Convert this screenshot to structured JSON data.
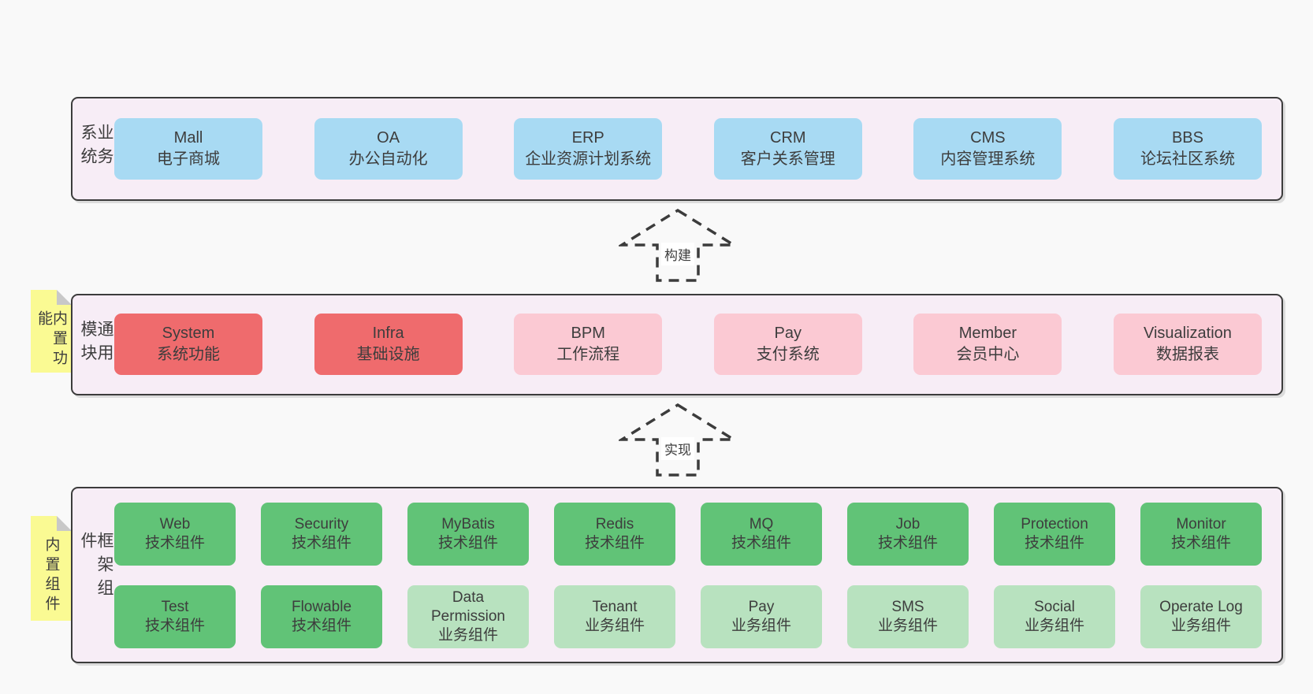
{
  "colors": {
    "page_bg": "#f9f9f9",
    "band_bg": "#f7edf6",
    "band_border": "#3c3c3c",
    "text": "#3d3d3d",
    "blue": "#a8daf3",
    "red": "#ef6b6d",
    "pink": "#fbc9d3",
    "green": "#61c377",
    "lightgreen": "#b8e2bf",
    "yellow": "#fafa93",
    "fold": "#c8c8c8",
    "arrow": "#3c3c3c",
    "arrow_label_bg": "#ffffff"
  },
  "notes": [
    {
      "label": "内置功能"
    },
    {
      "label": "内置组件"
    }
  ],
  "arrows": [
    {
      "label": "构建"
    },
    {
      "label": "实现"
    }
  ],
  "bands": [
    {
      "label": "业务系统",
      "rows": [
        [
          {
            "name": "Mall",
            "desc": "电子商城",
            "variant": "blue"
          },
          {
            "name": "OA",
            "desc": "办公自动化",
            "variant": "blue"
          },
          {
            "name": "ERP",
            "desc": "企业资源计划系统",
            "variant": "blue"
          },
          {
            "name": "CRM",
            "desc": "客户关系管理",
            "variant": "blue"
          },
          {
            "name": "CMS",
            "desc": "内容管理系统",
            "variant": "blue"
          },
          {
            "name": "BBS",
            "desc": "论坛社区系统",
            "variant": "blue"
          }
        ]
      ]
    },
    {
      "label": "通用模块",
      "rows": [
        [
          {
            "name": "System",
            "desc": "系统功能",
            "variant": "red"
          },
          {
            "name": "Infra",
            "desc": "基础设施",
            "variant": "red"
          },
          {
            "name": "BPM",
            "desc": "工作流程",
            "variant": "pink"
          },
          {
            "name": "Pay",
            "desc": "支付系统",
            "variant": "pink"
          },
          {
            "name": "Member",
            "desc": "会员中心",
            "variant": "pink"
          },
          {
            "name": "Visualization",
            "desc": "数据报表",
            "variant": "pink"
          }
        ]
      ]
    },
    {
      "label": "框架组件",
      "rows": [
        [
          {
            "name": "Web",
            "desc": "技术组件",
            "variant": "green"
          },
          {
            "name": "Security",
            "desc": "技术组件",
            "variant": "green"
          },
          {
            "name": "MyBatis",
            "desc": "技术组件",
            "variant": "green"
          },
          {
            "name": "Redis",
            "desc": "技术组件",
            "variant": "green"
          },
          {
            "name": "MQ",
            "desc": "技术组件",
            "variant": "green"
          },
          {
            "name": "Job",
            "desc": "技术组件",
            "variant": "green"
          },
          {
            "name": "Protection",
            "desc": "技术组件",
            "variant": "green"
          },
          {
            "name": "Monitor",
            "desc": "技术组件",
            "variant": "green"
          }
        ],
        [
          {
            "name": "Test",
            "desc": "技术组件",
            "variant": "green"
          },
          {
            "name": "Flowable",
            "desc": "技术组件",
            "variant": "green"
          },
          {
            "name": "Data Permission",
            "desc": "业务组件",
            "variant": "lightgreen"
          },
          {
            "name": "Tenant",
            "desc": "业务组件",
            "variant": "lightgreen"
          },
          {
            "name": "Pay",
            "desc": "业务组件",
            "variant": "lightgreen"
          },
          {
            "name": "SMS",
            "desc": "业务组件",
            "variant": "lightgreen"
          },
          {
            "name": "Social",
            "desc": "业务组件",
            "variant": "lightgreen"
          },
          {
            "name": "Operate Log",
            "desc": "业务组件",
            "variant": "lightgreen"
          }
        ]
      ]
    }
  ]
}
